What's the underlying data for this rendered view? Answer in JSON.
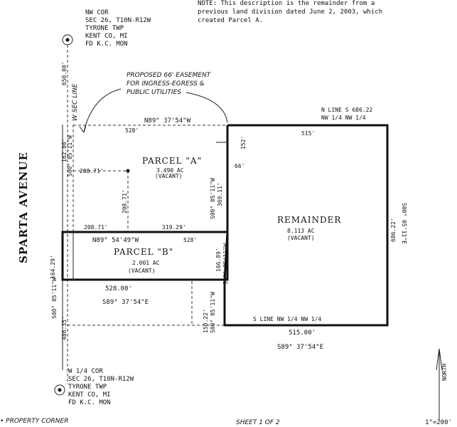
{
  "note": {
    "line1": "NOTE: This description is the remainder from a",
    "line2": "previous land division dated June 2, 2003, which",
    "line3": "created Parcel A."
  },
  "nw_corner": {
    "line1": "NW COR",
    "line2": "SEC 26, T10N-R12W",
    "line3": "TYRONE TWP",
    "line4": "KENT CO, MI",
    "line5": "FD K.C. MON"
  },
  "w_quarter_corner": {
    "line1": "W 1/4 COR",
    "line2": "SEC 26, T10N-R12W",
    "line3": "TYRONE TWP",
    "line4": "KENT CO, MI",
    "line5": "FD K.C. MON"
  },
  "easement": {
    "line1": "PROPOSED 66' EASEMENT",
    "line2": "FOR INGRESS-EGRESS &",
    "line3": "PUBLIC UTILITIES"
  },
  "road": "SPARTA AVENUE",
  "sec_line": "W SEC LINE",
  "north_line": {
    "line1": "N LINE S 686.22",
    "line2": "NW 1/4  NW 1/4"
  },
  "south_line": "S LINE NW 1/4  NW 1/4",
  "parcel_a": {
    "name": "PARCEL \"A\"",
    "area": "3.490 AC",
    "status": "(VACANT)"
  },
  "parcel_b": {
    "name": "PARCEL \"B\"",
    "area": "2.001 AC",
    "status": "(VACANT)"
  },
  "remainder": {
    "name": "REMAINDER",
    "area": "8.113 AC",
    "status": "(VACANT)"
  },
  "dims": {
    "d650": "650.00'",
    "d162": "162.00'",
    "s00_left": "S00° 05'11\"W",
    "n89_top": "N89° 37'54\"W",
    "d528_top": "528'",
    "d152": "152'",
    "d66": "66'",
    "d515_top": "515'",
    "d208_h": "208.71'",
    "d208_v": "208.71'",
    "d369": "369.11'",
    "s00_mid": "S00° 05'11\"W",
    "d208_b": "208.71'",
    "d319": "319.29'",
    "n89_b": "N89° 54'49\"W",
    "d528_b": "528'",
    "d164": "164.29'",
    "s00_b": "S00° 05'11\"W",
    "d166": "166.89'",
    "s00_b2": "S00° 05'11\"W",
    "d528_bot": "528.00'",
    "s89_b": "S89° 37'54\"E",
    "d150": "150.22'",
    "s00_b3": "S00° 05'11\"W",
    "d486": "486.35'",
    "d515_bot": "515.00'",
    "s89_bot": "S89° 37'54\"E",
    "d686": "686.22'",
    "s00_right": "S00° 05'11\"E"
  },
  "north_label": "NORTH",
  "legend": "• PROPERTY CORNER",
  "sheet": "SHEET 1 OF 2",
  "scale": "1\"=200'"
}
